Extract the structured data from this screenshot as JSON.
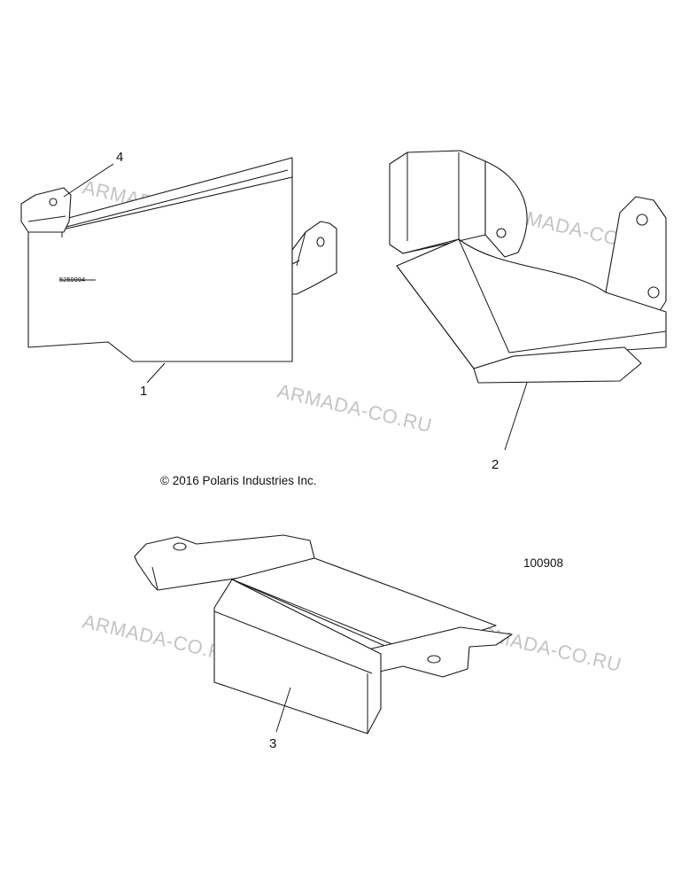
{
  "callouts": {
    "part1": "1",
    "part2": "2",
    "part3": "3",
    "part4": "4"
  },
  "stamped_part_number": "5259994",
  "copyright": "© 2016 Polaris Industries Inc.",
  "figure_number": "100908",
  "watermarks": [
    "ARMADA-CO.RU",
    "ARMADA-CO.RU",
    "ARMADA-CO.RU",
    "ARMADA-CO.RU",
    "ARMADA-CO.RU"
  ],
  "colors": {
    "line": "#1a1a1a",
    "watermark": "#c4c4c4",
    "background": "#ffffff"
  }
}
